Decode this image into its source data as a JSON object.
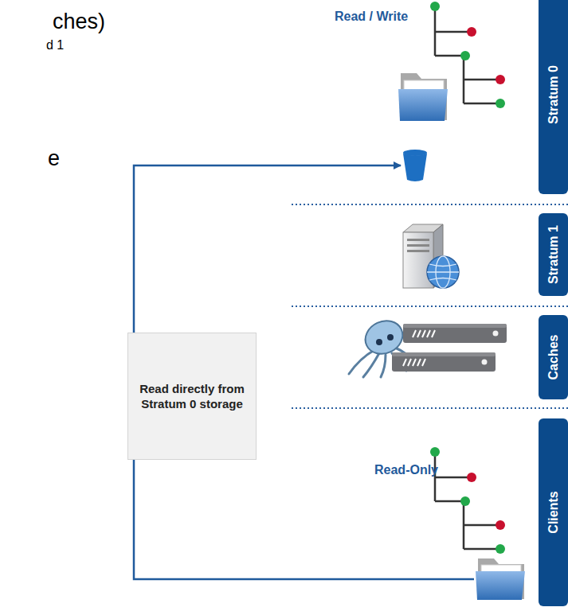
{
  "diagram": {
    "nodes": [
      {
        "text": [
          "Stratum 0"
        ]
      },
      {
        "text": [
          "Stratum 1"
        ]
      },
      {
        "text": [
          "Caches"
        ]
      },
      {
        "text": [
          "Clients"
        ]
      },
      {
        "text": [
          "Read directly from Stratum 0 storage"
        ]
      }
    ],
    "edges": [
      {
        "from": 3,
        "to": 4,
        "arrow": "none"
      },
      {
        "from": 4,
        "to": 0,
        "arrow": "to"
      }
    ],
    "labels": [
      "ches)",
      "d 1",
      "e",
      "Read / Write",
      "Read-Only"
    ]
  }
}
